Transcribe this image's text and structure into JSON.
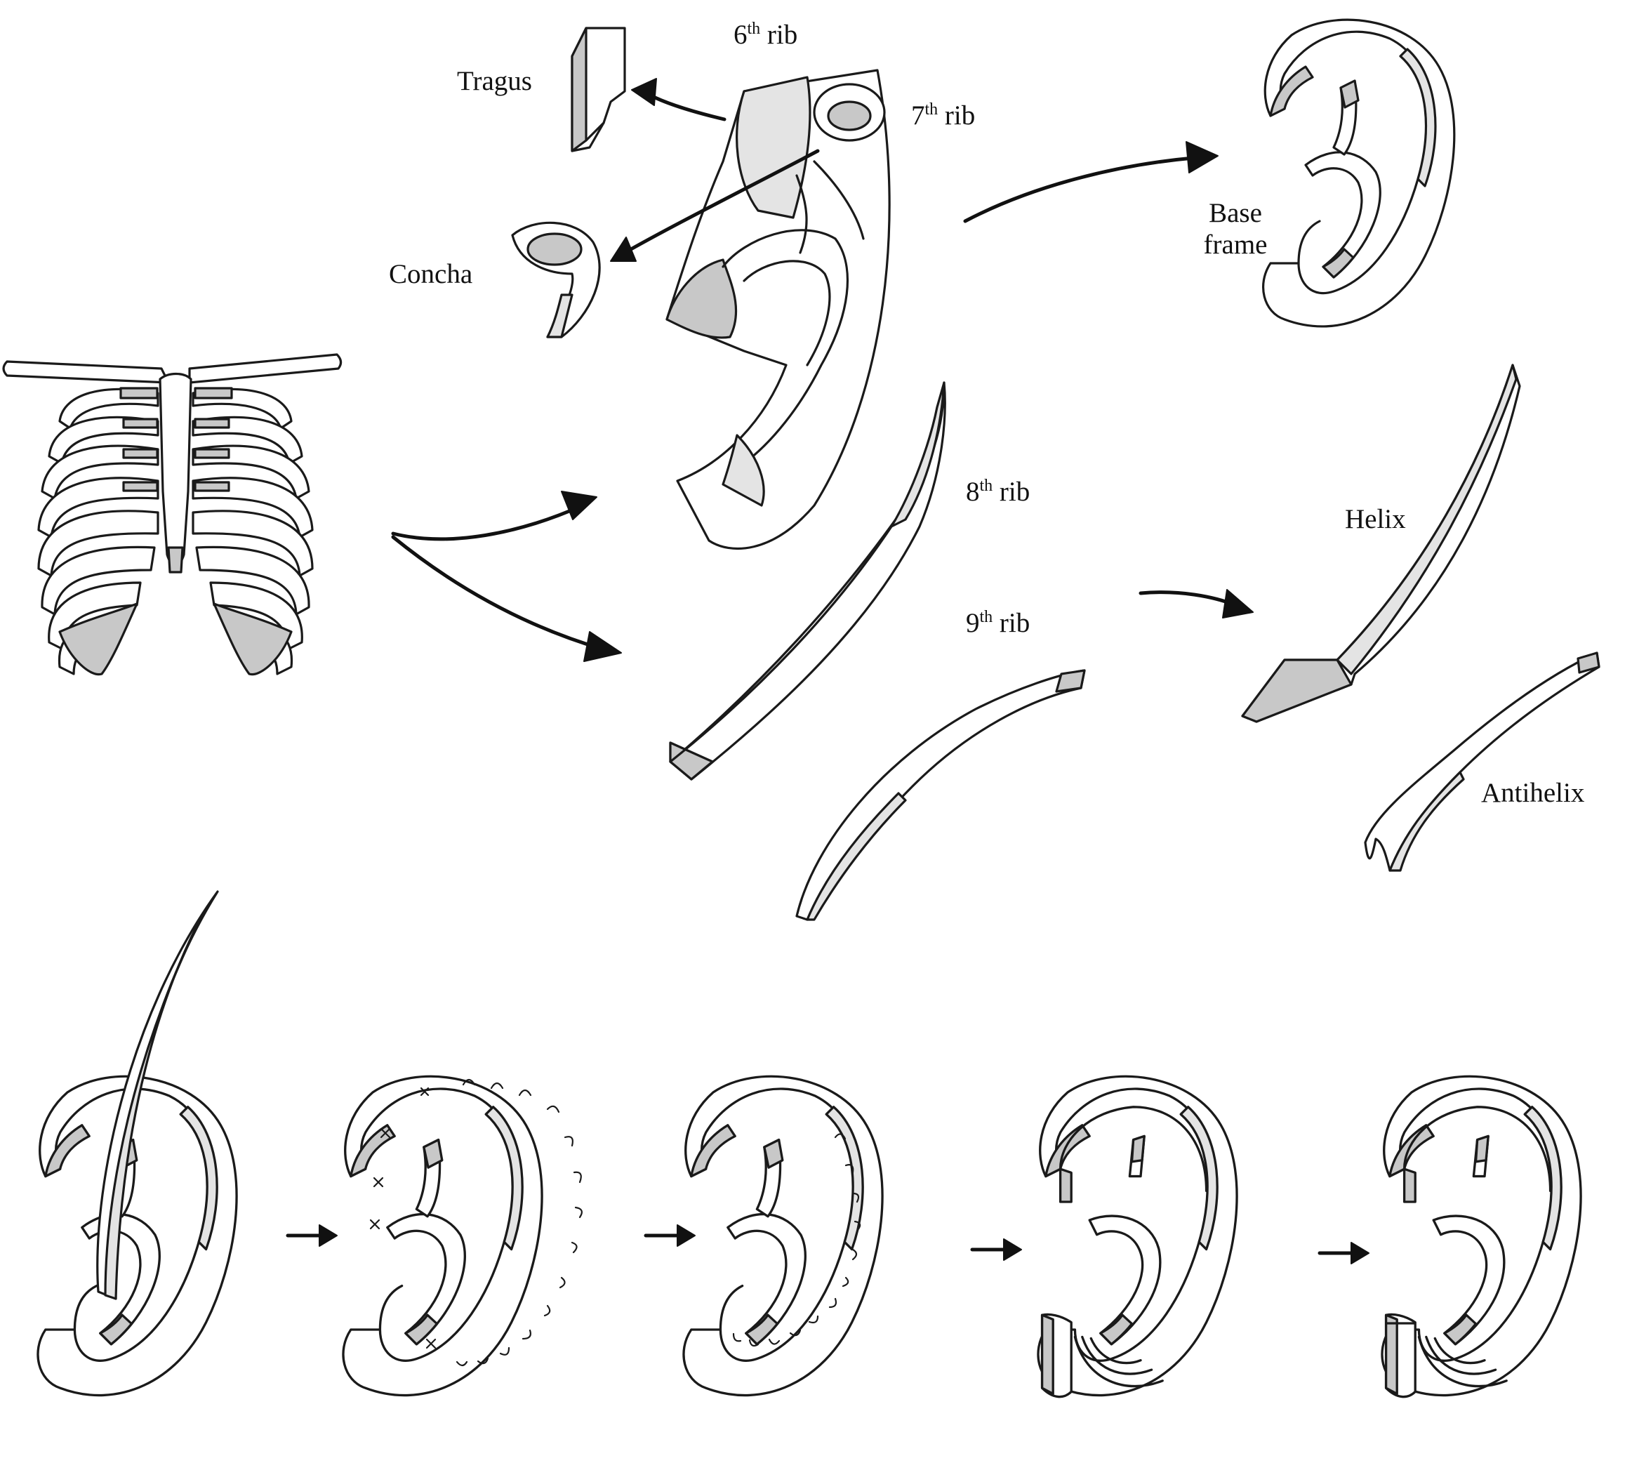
{
  "labels": {
    "tragus": "Tragus",
    "concha": "Concha",
    "rib6": {
      "num": "6",
      "sup": "th",
      "word": " rib"
    },
    "rib7": {
      "num": "7",
      "sup": "th",
      "word": " rib"
    },
    "rib8": {
      "num": "8",
      "sup": "th",
      "word": " rib"
    },
    "rib9": {
      "num": "9",
      "sup": "th",
      "word": " rib"
    },
    "base_frame_line1": "Base",
    "base_frame_line2": "frame",
    "helix": "Helix",
    "antihelix": "Antihelix"
  },
  "assembly_steps": [
    "step-1",
    "step-2",
    "step-3",
    "step-4",
    "step-5"
  ]
}
